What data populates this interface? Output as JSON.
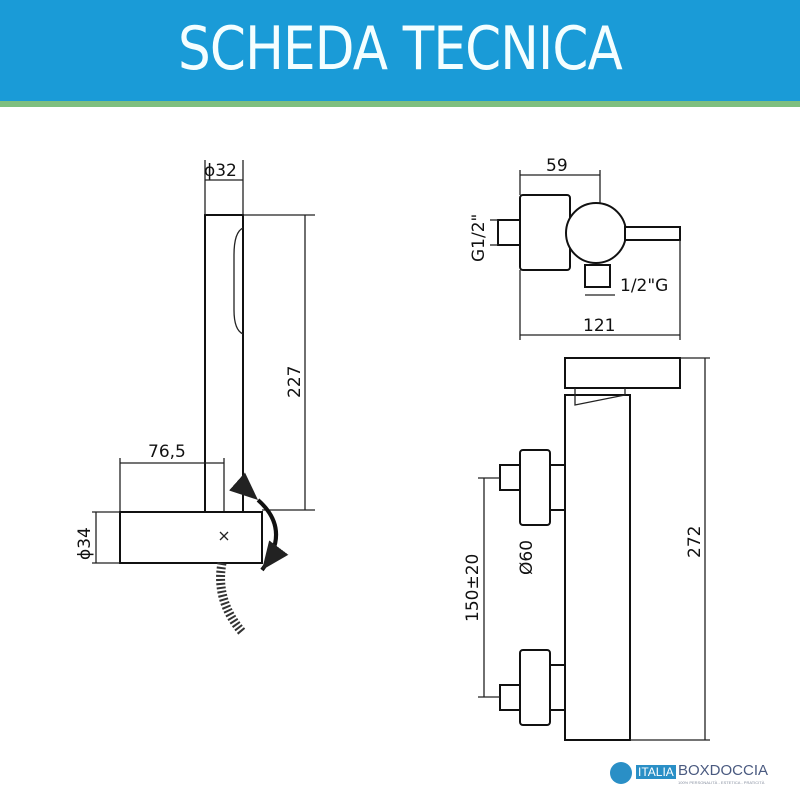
{
  "header": {
    "title": "SCHEDA TECNICA"
  },
  "drawing": {
    "side_view": {
      "diameter_top": "ϕ32",
      "height": "227",
      "offset": "76,5",
      "diameter_holder": "ϕ34"
    },
    "top_view": {
      "depth": "59",
      "inlet": "G1/2\"",
      "outlet": "1/2\"G",
      "width": "121"
    },
    "front_view": {
      "center_distance": "150±20",
      "flange_diameter": "Ø60",
      "total_height": "272"
    }
  },
  "logo": {
    "italia": "ITALIA",
    "brand": "BOXDOCCIA",
    "tagline": "100% PERSONALITÀ - ESTETICA - PRATICITÀ"
  },
  "colors": {
    "header": "#1a9bd7",
    "stripe": "#7fbf7f"
  }
}
